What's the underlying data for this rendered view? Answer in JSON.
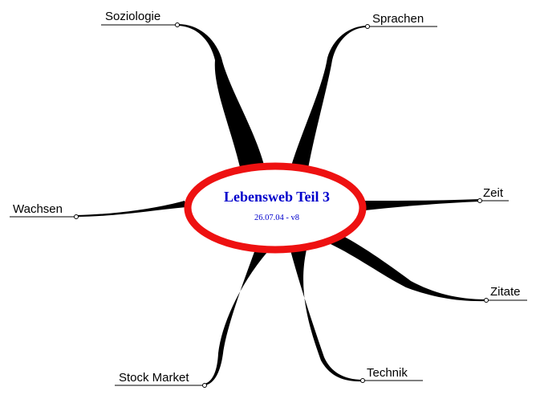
{
  "diagram": {
    "center": {
      "title": "Lebensweb Teil 3",
      "subtitle": "26.07.04 - v8",
      "ring_color": "#ee1111",
      "text_color": "#0000cc"
    },
    "branches": [
      {
        "id": "soziologie",
        "label": "Soziologie"
      },
      {
        "id": "sprachen",
        "label": "Sprachen"
      },
      {
        "id": "zeit",
        "label": "Zeit"
      },
      {
        "id": "zitate",
        "label": "Zitate"
      },
      {
        "id": "technik",
        "label": "Technik"
      },
      {
        "id": "stock-market",
        "label": "Stock Market"
      },
      {
        "id": "wachsen",
        "label": "Wachsen"
      }
    ],
    "branch_color": "#000000"
  }
}
